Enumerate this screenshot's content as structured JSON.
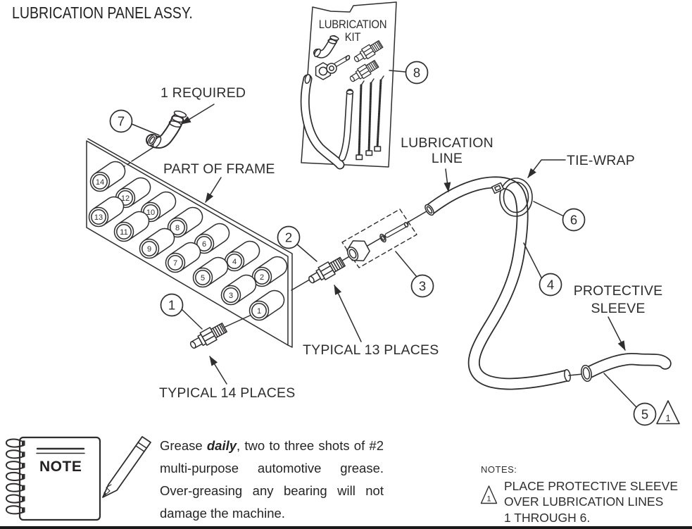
{
  "title": "LUBRICATION PANEL ASSY.",
  "kit": {
    "label_line1": "LUBRICATION",
    "label_line2": "KIT"
  },
  "labels": {
    "one_required": "1 REQUIRED",
    "part_of_frame": "PART OF FRAME",
    "lubrication_line_1": "LUBRICATION",
    "lubrication_line_2": "LINE",
    "tie_wrap": "TIE-WRAP",
    "protective_sleeve_1": "PROTECTIVE",
    "protective_sleeve_2": "SLEEVE",
    "typical_13": "TYPICAL 13 PLACES",
    "typical_14": "TYPICAL 14 PLACES"
  },
  "callouts": {
    "c1": "1",
    "c2": "2",
    "c3": "3",
    "c4": "4",
    "c5": "5",
    "c6": "6",
    "c7": "7",
    "c8": "8"
  },
  "panel": {
    "fittings": [
      "14",
      "12",
      "10",
      "8",
      "6",
      "4",
      "2",
      "13",
      "11",
      "9",
      "7",
      "5",
      "3",
      "1"
    ]
  },
  "flags": {
    "sleeve_flag": "1",
    "notes_flag": "1"
  },
  "note": {
    "heading": "NOTE",
    "line1_pre": "Grease ",
    "line1_em": "daily",
    "line1_post": ", two to three shots of #2",
    "line2": "multi-purpose automotive grease.",
    "line3": "Over-greasing any bearing will not",
    "line4": "damage the machine."
  },
  "notes_section": {
    "heading": "NOTES:",
    "line1": "PLACE PROTECTIVE SLEEVE",
    "line2": "OVER LUBRICATION LINES",
    "line3": "1 THROUGH 6."
  },
  "colors": {
    "ink": "#2f2d2e",
    "background": "#ffffff"
  }
}
